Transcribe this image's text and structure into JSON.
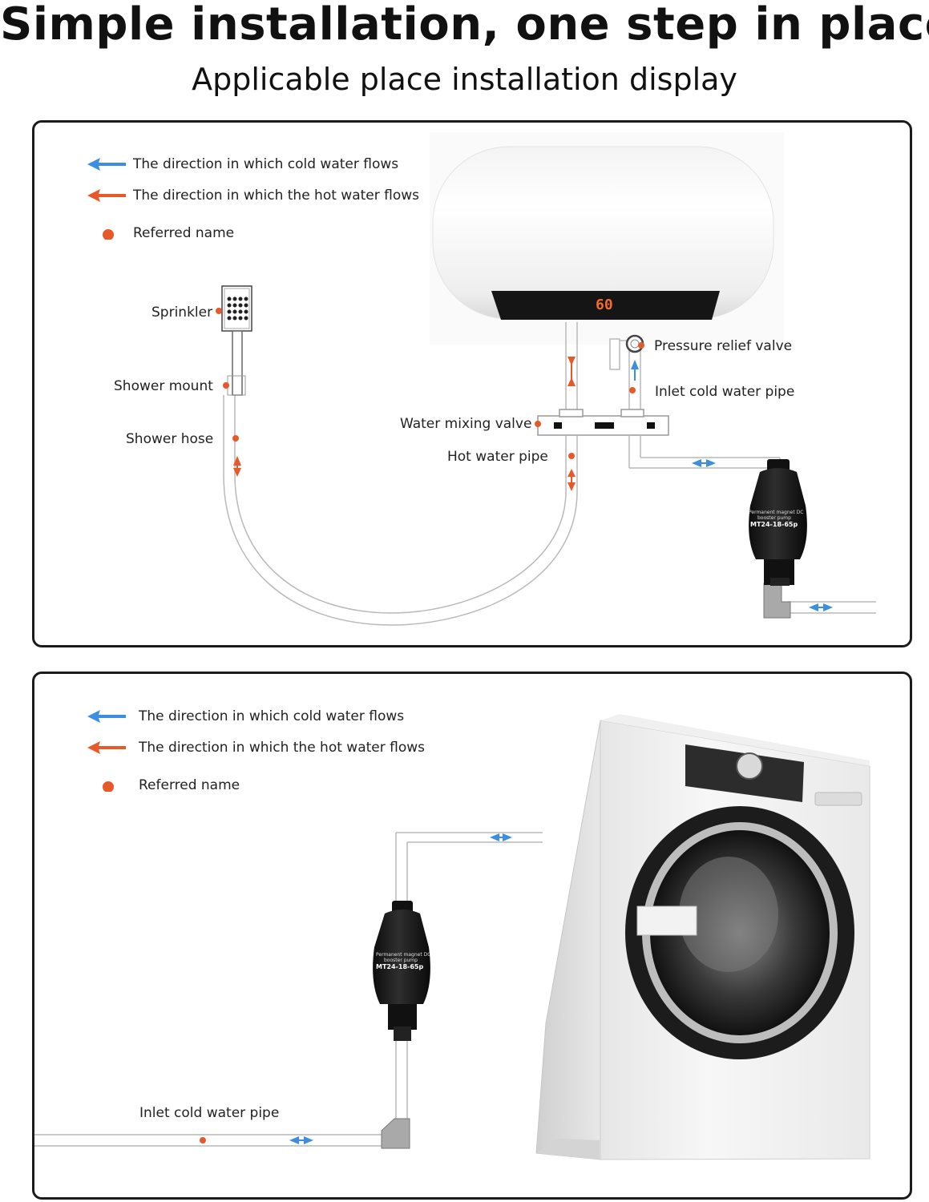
{
  "header": {
    "title": "Simple installation, one step in place",
    "subtitle": "Applicable place installation display"
  },
  "colors": {
    "cold_water": "#3c8fe0",
    "hot_water": "#e8592a",
    "marker": "#e8592a"
  },
  "panel1": {
    "legend": {
      "cold": "The direction in which cold water flows",
      "hot": "The direction in which the hot water flows",
      "name": "Referred name"
    },
    "labels": {
      "sprinkler": "Sprinkler",
      "shower_mount": "Shower mount",
      "shower_hose": "Shower hose",
      "pressure_relief_valve": "Pressure relief valve",
      "inlet_cold_water_pipe": "Inlet cold water pipe",
      "water_mixing_valve": "Water mixing valve",
      "hot_water_pipe": "Hot water pipe"
    },
    "heater_display": "60",
    "pump": {
      "line1": "Permanent magnet DC",
      "line2": "booster pump",
      "model": "MT24-18-65p"
    }
  },
  "panel2": {
    "legend": {
      "cold": "The direction in which cold water flows",
      "hot": "The direction in which the hot water flows",
      "name": "Referred name"
    },
    "labels": {
      "inlet_cold_water_pipe": "Inlet cold water pipe"
    },
    "pump": {
      "line1": "Permanent magnet DC",
      "line2": "booster pump",
      "model": "MT24-18-65p"
    }
  }
}
